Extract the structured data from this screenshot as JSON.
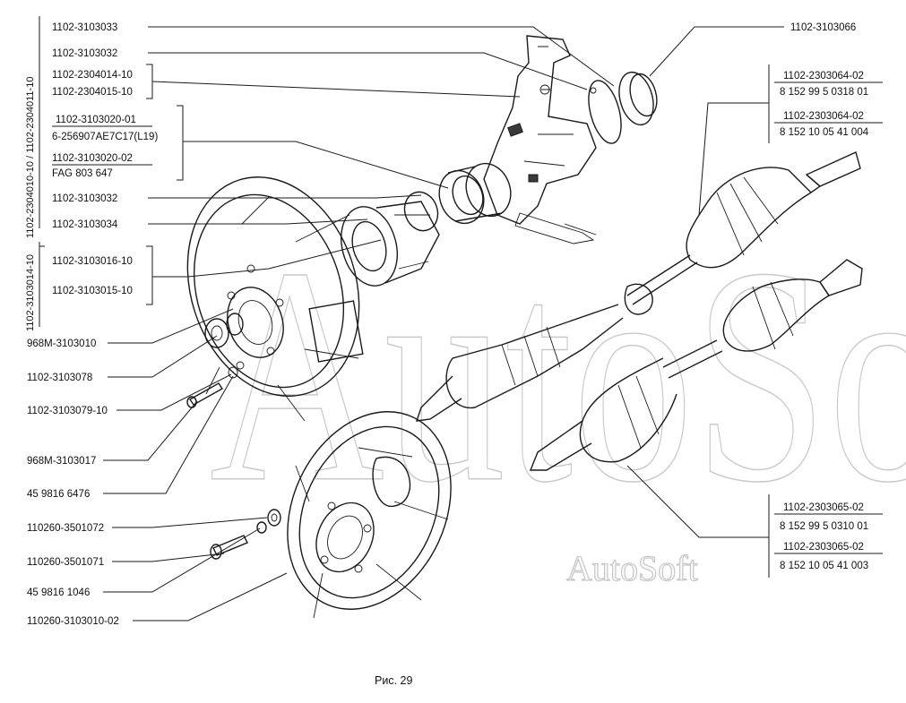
{
  "watermark": {
    "text_large": "AutoSoft",
    "text_small": "AutoSoft"
  },
  "caption": "Рис. 29",
  "labels": {
    "l1": "1102-3103033",
    "l2": "1102-3103032",
    "l3": "1102-2304014-10",
    "l4": "1102-2304015-10",
    "l5": "1102-3103020-01",
    "l6": "6-256907AE7C17(L19)",
    "l7": "1102-3103020-02",
    "l8": "FAG 803 647",
    "l9": "1102-3103032",
    "l10": "1102-3103034",
    "l11": "1102-3103016-10",
    "l12": "1102-3103015-10",
    "l13": "968M-3103010",
    "l14": "1102-3103078",
    "l15": "1102-3103079-10",
    "l16": "968M-3103017",
    "l17": "45 9816 6476",
    "l18": "110260-3501072",
    "l19": "110260-3501071",
    "l20": "45 9816 1046",
    "l21": "110260-3103010-02",
    "r1": "1102-3103066",
    "r2": "1102-2303064-02",
    "r3": "8 152 99 5 0318 01",
    "r4": "1102-2303064-02",
    "r5": "8 152 10 05 41 004",
    "r6": "1102-2303065-02",
    "r7": "8 152 99 5 0310 01",
    "r8": "1102-2303065-02",
    "r9": "8 152 10 05 41 003",
    "v1": "1102-2304010-10 / 1102-2304011-10",
    "v2": "1102-3103014-10"
  }
}
